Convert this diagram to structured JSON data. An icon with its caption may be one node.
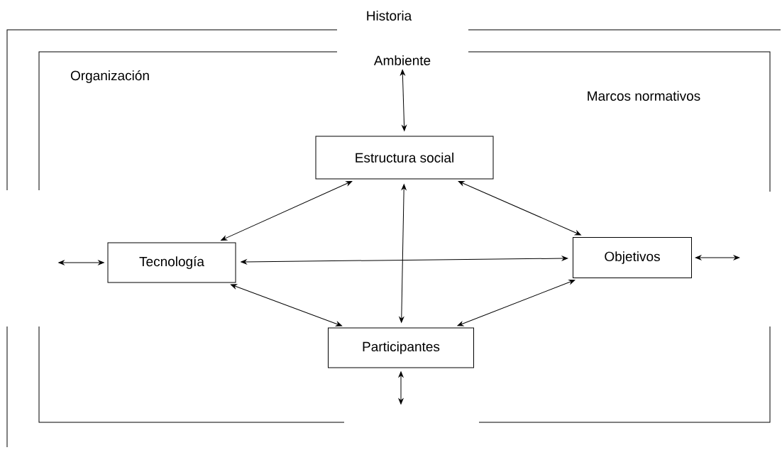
{
  "diagram": {
    "nodes": [
      {
        "text": [
          "Historia"
        ]
      },
      {
        "text": [
          "Ambiente"
        ],
        "in": 0
      },
      {
        "text": [
          "Estructura social"
        ],
        "in": 1
      },
      {
        "text": [
          "Tecnología"
        ],
        "in": 1
      },
      {
        "text": [
          "Objetivos"
        ],
        "in": 1
      },
      {
        "text": [
          "Participantes"
        ],
        "in": 1
      }
    ],
    "edges": [
      {
        "from": 2,
        "to": 1,
        "arrow": "both"
      },
      {
        "from": 2,
        "to": 3,
        "arrow": "both"
      },
      {
        "from": 2,
        "to": 4,
        "arrow": "both"
      },
      {
        "from": 3,
        "to": 4,
        "arrow": "both"
      },
      {
        "from": 2,
        "to": 5,
        "arrow": "both"
      },
      {
        "from": 3,
        "to": 5,
        "arrow": "both"
      },
      {
        "from": 4,
        "to": 5,
        "arrow": "both"
      },
      {
        "from": 3,
        "to": null,
        "arrow": "both"
      },
      {
        "from": 4,
        "to": null,
        "arrow": "both"
      },
      {
        "from": 5,
        "to": null,
        "arrow": "both"
      }
    ],
    "labels": [
      "Organización",
      "Marcos normativos"
    ]
  }
}
